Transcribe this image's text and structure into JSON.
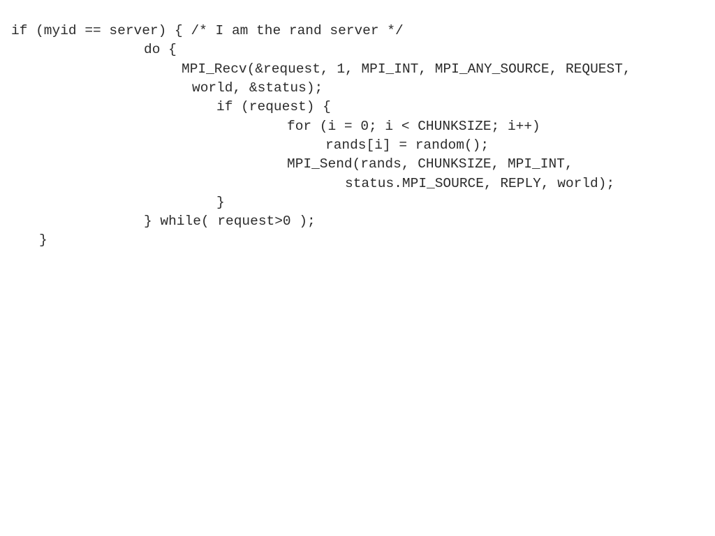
{
  "code": {
    "lines": [
      "if (myid == server) { /* I am the rand server */",
      "do {",
      "MPI_Recv(&request, 1, MPI_INT, MPI_ANY_SOURCE, REQUEST,",
      "world, &status);",
      "if (request) {",
      "for (i = 0; i < CHUNKSIZE; i++)",
      "rands[i] = random();",
      "MPI_Send(rands, CHUNKSIZE, MPI_INT,",
      "status.MPI_SOURCE, REPLY, world);",
      "}",
      "} while( request>0 );",
      "}"
    ]
  }
}
